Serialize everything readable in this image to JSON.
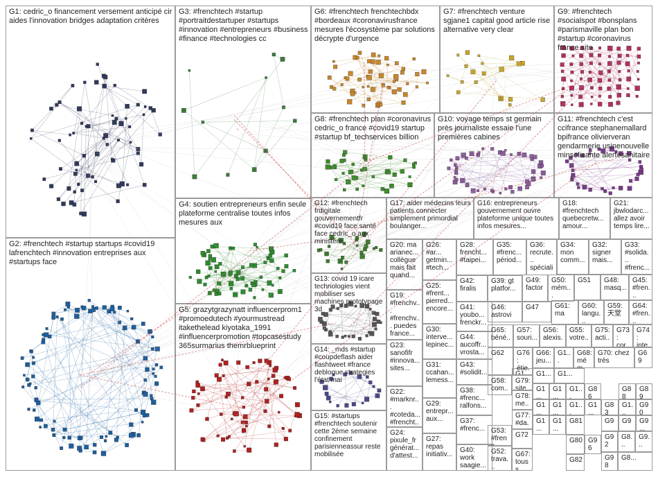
{
  "graph": {
    "groups": [
      {
        "id": "G1",
        "label": "G1: cedric_o financement versement anticipé cir aides l'innovation bridges adaptation critères",
        "color": "#303a5c",
        "layout": "cluster",
        "nodes": 70
      },
      {
        "id": "G2",
        "label": "G2: #frenchtech #startup startups #covid19 lafrenchtech #innovation entreprises aux #startups face",
        "color": "#1e5f9e",
        "layout": "ring",
        "nodes": 110
      },
      {
        "id": "G3",
        "label": "G3: #frenchtech #startup #portraitdestartuper #startups #innovation #entrepreneurs #business #finance #technologies cc",
        "color": "#3a7a3a",
        "layout": "sparse",
        "nodes": 12
      },
      {
        "id": "G4",
        "label": "G4: soutien entrepreneurs enfin seule plateforme centralise toutes infos mesures aux",
        "color": "#2e8a2e",
        "layout": "cluster",
        "nodes": 70
      },
      {
        "id": "G5",
        "label": "G5: grazytgrazynatt influencerprom1 #promoedutech #yourmustread itakethelead kiyotaka_1991 #influencerpromotion #topcasestudy 365surmarius themrblueprint",
        "color": "#b02020",
        "layout": "cluster",
        "nodes": 70
      },
      {
        "id": "G6",
        "label": "G6: #frenchtech frenchtechbdx #bordeaux #coronavirusfrance mesures l'écosystème par solutions décrypte d'urgence",
        "color": "#c8862a",
        "layout": "cluster",
        "nodes": 55
      },
      {
        "id": "G7",
        "label": "G7: #frenchtech venture sgjane1 capital good article rise alternative very clear",
        "color": "#c9a52a",
        "layout": "sparse",
        "nodes": 20
      },
      {
        "id": "G8",
        "label": "G8: #frenchtech plan #coronavirus cedric_o france #covid19 startup #startup bf_techservices billion",
        "color": "#3c8c2c",
        "layout": "cluster",
        "nodes": 40
      },
      {
        "id": "G9",
        "label": "G9: #frenchtech #socialspot #bonsplans #parismaville plan bon #startup #coronavirus france site",
        "color": "#b03060",
        "layout": "grid",
        "nodes": 70
      },
      {
        "id": "G10",
        "label": "G10: voyage temps st germain près journaliste essaie l'une premières cabines",
        "color": "#8a5a9a",
        "layout": "ring",
        "nodes": 50
      },
      {
        "id": "G11",
        "label": "G11: #frenchtech c'est ccifrance stephanemallard bpifrance olivierveran gendarmerie usinenouvelle minsolisante alertesanitaire",
        "color": "#7a3a8a",
        "layout": "ring",
        "nodes": 35
      },
      {
        "id": "G12",
        "label": "G12: #frenchtech frdigitale gouvernementfr #covid19 face santé face cedric_o aux ministère",
        "color": "#3a7a2a",
        "layout": "cluster",
        "nodes": 25
      },
      {
        "id": "G13",
        "label": "G13: covid 19 icare technologies vient mobiliser ses machines prototypage 3d",
        "color": "#555555",
        "layout": "ring",
        "nodes": 35
      },
      {
        "id": "G14",
        "label": "G14: _mds #startup #coupdeflash aider flashtweet #france debloque strategies l'état mai",
        "color": "#4a4a8a",
        "layout": "ring",
        "nodes": 20
      },
      {
        "id": "G15",
        "label": "G15: #startups #frenchtech soutenir cette 2ème semaine confinement parisienneassur reste mobilisée",
        "color": "#444444",
        "layout": "none",
        "nodes": 0
      },
      {
        "id": "G16",
        "label": "G16: entrepreneurs gouvernement ouvre plateforme unique toutes infos mesures...",
        "color": "#2a6a2a",
        "layout": "none",
        "nodes": 0
      },
      {
        "id": "G17",
        "label": "G17: aider médecins leurs patients connecter simplement primordial boulanger...",
        "color": "#444",
        "layout": "none",
        "nodes": 0
      },
      {
        "id": "G18",
        "label": "G18: #frenchtech quebecretw... amour...",
        "color": "#444",
        "layout": "none",
        "nodes": 0
      },
      {
        "id": "G19",
        "label": "G19: #frenchv... #frenchv... puedes france...",
        "color": "#444",
        "layout": "none",
        "nodes": 0
      },
      {
        "id": "G20",
        "label": "G20: ma arianec... collègue mais fait quand...",
        "color": "#444",
        "layout": "none",
        "nodes": 0
      },
      {
        "id": "G21",
        "label": "G21: jbwlodarc... allez avoir temps lire...",
        "color": "#444",
        "layout": "none",
        "nodes": 0
      },
      {
        "id": "G22",
        "label": "G22: #marknr... #coteda... #frencht...",
        "color": "#444",
        "layout": "none",
        "nodes": 0
      },
      {
        "id": "G23",
        "label": "G23: sanofifr #innova... sites...",
        "color": "#444",
        "layout": "none",
        "nodes": 0
      },
      {
        "id": "G24",
        "label": "G24: pixule_fr générat... d'attest...",
        "color": "#444",
        "layout": "none",
        "nodes": 0
      },
      {
        "id": "G25",
        "label": "G25: #frent... pierred... encore...",
        "color": "#444",
        "layout": "none",
        "nodes": 0
      },
      {
        "id": "G26",
        "label": "G26: #ar... getmin... #tech...",
        "color": "#444",
        "layout": "none",
        "nodes": 0
      },
      {
        "id": "G27",
        "label": "G27: repas initiativ...",
        "color": "#444",
        "layout": "none",
        "nodes": 0
      },
      {
        "id": "G28",
        "label": "G28: frencht... #taipei...",
        "color": "#444",
        "layout": "none",
        "nodes": 0
      },
      {
        "id": "G29",
        "label": "G29: entrepr... aux...",
        "color": "#444",
        "layout": "none",
        "nodes": 0
      },
      {
        "id": "G30",
        "label": "G30: interve... lepinec...",
        "color": "#444",
        "layout": "none",
        "nodes": 0
      },
      {
        "id": "G31",
        "label": "G31: ccahan... lemess...",
        "color": "#444",
        "layout": "none",
        "nodes": 0
      },
      {
        "id": "G32",
        "label": "G32: signer mais...",
        "color": "#444",
        "layout": "none",
        "nodes": 0
      },
      {
        "id": "G33",
        "label": "G33: #solida... #frenc...",
        "color": "#444",
        "layout": "none",
        "nodes": 0
      },
      {
        "id": "G34",
        "label": "G34: mon comm...",
        "color": "#444",
        "layout": "none",
        "nodes": 0
      },
      {
        "id": "G35",
        "label": "G35: #frenc... périod...",
        "color": "#444",
        "layout": "none",
        "nodes": 0
      },
      {
        "id": "G36",
        "label": "G36: recrute... spéciali...",
        "color": "#444",
        "layout": "none",
        "nodes": 0
      },
      {
        "id": "G37",
        "label": "G37: #frenc...",
        "color": "#444",
        "layout": "none",
        "nodes": 0
      },
      {
        "id": "G38",
        "label": "G38: #frenc... ralfons...",
        "color": "#444",
        "layout": "none",
        "nodes": 0
      },
      {
        "id": "G39",
        "label": "G39: gt platfor...",
        "color": "#444",
        "layout": "none",
        "nodes": 0
      },
      {
        "id": "G40",
        "label": "G40: work saagie...",
        "color": "#444",
        "layout": "none",
        "nodes": 0
      },
      {
        "id": "G41",
        "label": "G41: youbo... frenckr...",
        "color": "#444",
        "layout": "none",
        "nodes": 0
      },
      {
        "id": "G42",
        "label": "G42: firalis",
        "color": "#444",
        "layout": "none",
        "nodes": 0
      },
      {
        "id": "G43",
        "label": "G43: #solidit...",
        "color": "#444",
        "layout": "none",
        "nodes": 0
      },
      {
        "id": "G44",
        "label": "G44: aucoffr... vrosta...",
        "color": "#444",
        "layout": "none",
        "nodes": 0
      },
      {
        "id": "G45",
        "label": "G45: #fren...",
        "color": "#444",
        "layout": "none",
        "nodes": 0
      },
      {
        "id": "G46",
        "label": "G46: astrovi",
        "color": "#444",
        "layout": "none",
        "nodes": 0
      },
      {
        "id": "G47",
        "label": "G47",
        "color": "#444",
        "layout": "none",
        "nodes": 0
      },
      {
        "id": "G48",
        "label": "G48: masq...",
        "color": "#444",
        "layout": "none",
        "nodes": 0
      },
      {
        "id": "G49",
        "label": "G49: factor",
        "color": "#444",
        "layout": "none",
        "nodes": 0
      },
      {
        "id": "G50",
        "label": "G50: mém...",
        "color": "#444",
        "layout": "none",
        "nodes": 0
      },
      {
        "id": "G51",
        "label": "G51",
        "color": "#444",
        "layout": "none",
        "nodes": 0
      },
      {
        "id": "G52",
        "label": "G52: trava...",
        "color": "#444",
        "layout": "none",
        "nodes": 0
      },
      {
        "id": "G53",
        "label": "G53: #frenc... insi...",
        "color": "#444",
        "layout": "none",
        "nodes": 0
      },
      {
        "id": "G55",
        "label": "G55: votre...",
        "color": "#444",
        "layout": "none",
        "nodes": 0
      },
      {
        "id": "G56",
        "label": "G56: alexis...",
        "color": "#444",
        "layout": "none",
        "nodes": 0
      },
      {
        "id": "G57",
        "label": "G57: souri...",
        "color": "#444",
        "layout": "none",
        "nodes": 0
      },
      {
        "id": "G58",
        "label": "G58: com...",
        "color": "#444",
        "layout": "none",
        "nodes": 0
      },
      {
        "id": "G59",
        "label": "G59: 天堂",
        "color": "#444",
        "layout": "none",
        "nodes": 0
      },
      {
        "id": "G60",
        "label": "G60: langu...",
        "color": "#444",
        "layout": "none",
        "nodes": 0
      },
      {
        "id": "G61",
        "label": "G61: ma",
        "color": "#444",
        "layout": "none",
        "nodes": 0
      },
      {
        "id": "G62",
        "label": "G62",
        "color": "#444",
        "layout": "none",
        "nodes": 0
      },
      {
        "id": "G64",
        "label": "G64: #fren...",
        "color": "#444",
        "layout": "none",
        "nodes": 0
      },
      {
        "id": "G65",
        "label": "G65: béné...",
        "color": "#444",
        "layout": "none",
        "nodes": 0
      },
      {
        "id": "G66",
        "label": "G66: jeu...",
        "color": "#444",
        "layout": "none",
        "nodes": 0
      },
      {
        "id": "G67",
        "label": "G67: touss...",
        "color": "#444",
        "layout": "none",
        "nodes": 0
      },
      {
        "id": "G68",
        "label": "G68: mém...",
        "color": "#444",
        "layout": "none",
        "nodes": 0
      },
      {
        "id": "G69",
        "label": "G69",
        "color": "#444",
        "layout": "none",
        "nodes": 0
      },
      {
        "id": "G70",
        "label": "G70: chez très",
        "color": "#444",
        "layout": "none",
        "nodes": 0
      },
      {
        "id": "G72",
        "label": "G72",
        "color": "#444",
        "layout": "none",
        "nodes": 0
      },
      {
        "id": "G73",
        "label": "G73: cor...",
        "color": "#444",
        "layout": "none",
        "nodes": 0
      },
      {
        "id": "G74",
        "label": "G74: inte...",
        "color": "#444",
        "layout": "none",
        "nodes": 0
      },
      {
        "id": "G75",
        "label": "G75: acti...",
        "color": "#444",
        "layout": "none",
        "nodes": 0
      },
      {
        "id": "G76",
        "label": "G76: étie...",
        "color": "#444",
        "layout": "none",
        "nodes": 0
      },
      {
        "id": "G77",
        "label": "G77: #da...",
        "color": "#444",
        "layout": "none",
        "nodes": 0
      },
      {
        "id": "G78",
        "label": "G78: me...",
        "color": "#444",
        "layout": "none",
        "nodes": 0
      },
      {
        "id": "G79",
        "label": "G79: site...",
        "color": "#444",
        "layout": "none",
        "nodes": 0
      },
      {
        "id": "G80",
        "label": "G80",
        "color": "#444",
        "layout": "none",
        "nodes": 0
      },
      {
        "id": "G81",
        "label": "G81",
        "color": "#444",
        "layout": "none",
        "nodes": 0
      },
      {
        "id": "G82",
        "label": "G82",
        "color": "#444",
        "layout": "none",
        "nodes": 0
      },
      {
        "id": "G83",
        "label": "G83",
        "color": "#444",
        "layout": "none",
        "nodes": 0
      },
      {
        "id": "G86",
        "label": "G86",
        "color": "#444",
        "layout": "none",
        "nodes": 0
      },
      {
        "id": "G88",
        "label": "G88",
        "color": "#444",
        "layout": "none",
        "nodes": 0
      },
      {
        "id": "G89",
        "label": "G89",
        "color": "#444",
        "layout": "none",
        "nodes": 0
      },
      {
        "id": "G90",
        "label": "G90",
        "color": "#444",
        "layout": "none",
        "nodes": 0
      },
      {
        "id": "G92",
        "label": "G92",
        "color": "#444",
        "layout": "none",
        "nodes": 0
      },
      {
        "id": "G96",
        "label": "G96",
        "color": "#444",
        "layout": "none",
        "nodes": 0
      },
      {
        "id": "G98",
        "label": "G98",
        "color": "#444",
        "layout": "none",
        "nodes": 0
      },
      {
        "id": "G1a",
        "label": "G1...",
        "color": "#444",
        "layout": "none",
        "nodes": 0
      },
      {
        "id": "G1b",
        "label": "G1...",
        "color": "#444",
        "layout": "none",
        "nodes": 0
      },
      {
        "id": "G1c",
        "label": "G1...",
        "color": "#444",
        "layout": "none",
        "nodes": 0
      },
      {
        "id": "G1d",
        "label": "G1...",
        "color": "#444",
        "layout": "none",
        "nodes": 0
      },
      {
        "id": "G1e",
        "label": "G1...",
        "color": "#444",
        "layout": "none",
        "nodes": 0
      },
      {
        "id": "G1f",
        "label": "G1...",
        "color": "#444",
        "layout": "none",
        "nodes": 0
      },
      {
        "id": "G1g",
        "label": "G1...",
        "color": "#444",
        "layout": "none",
        "nodes": 0
      },
      {
        "id": "G1h",
        "label": "G1...",
        "color": "#444",
        "layout": "none",
        "nodes": 0
      },
      {
        "id": "G1i",
        "label": "G1...",
        "color": "#444",
        "layout": "none",
        "nodes": 0
      },
      {
        "id": "G1j",
        "label": "G1...",
        "color": "#444",
        "layout": "none",
        "nodes": 0
      },
      {
        "id": "G1k",
        "label": "G1...",
        "color": "#444",
        "layout": "none",
        "nodes": 0
      },
      {
        "id": "G1l",
        "label": "G1...",
        "color": "#444",
        "layout": "none",
        "nodes": 0
      },
      {
        "id": "G1m",
        "label": "G1...",
        "color": "#444",
        "layout": "none",
        "nodes": 0
      },
      {
        "id": "G1n",
        "label": "G1...",
        "color": "#444",
        "layout": "none",
        "nodes": 0
      },
      {
        "id": "G9a",
        "label": "G9",
        "color": "#444",
        "layout": "none",
        "nodes": 0
      },
      {
        "id": "G9b",
        "label": "G9",
        "color": "#444",
        "layout": "none",
        "nodes": 0
      },
      {
        "id": "G9c",
        "label": "G9...",
        "color": "#444",
        "layout": "none",
        "nodes": 0
      },
      {
        "id": "G8a",
        "label": "G8...",
        "color": "#444",
        "layout": "none",
        "nodes": 0
      },
      {
        "id": "G9d",
        "label": "G9...",
        "color": "#444",
        "layout": "none",
        "nodes": 0
      },
      {
        "id": "G8b",
        "label": "G8...",
        "color": "#444",
        "layout": "none",
        "nodes": 0
      }
    ],
    "edge_colors": {
      "cross": "#c03030",
      "normal": "#b8b8b8"
    }
  }
}
